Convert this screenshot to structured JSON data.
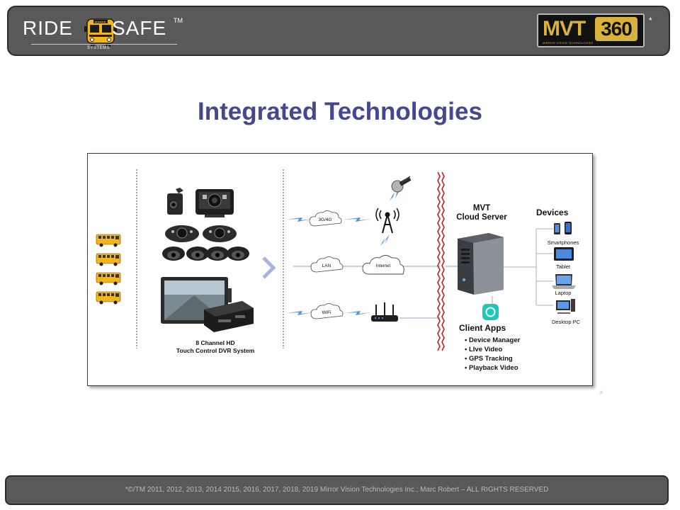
{
  "header": {
    "brand_left": "RIDE",
    "brand_right": "SAFE",
    "trademark": "TM",
    "bus_sign": "SCHOOL",
    "systems": "SYSTEMS",
    "mvt_logo": "MVT",
    "mvt_logo_number": "360",
    "mvt_tagline": "MIRROR VISION TECHNOLOGIES",
    "asterisk": "*"
  },
  "title": "Integrated Technologies",
  "diagram": {
    "dvr_caption_1": "8 Channel HD",
    "dvr_caption_2": "Touch Control DVR System",
    "cloud_3g4g": "3G/4G",
    "cloud_lan": "LAN",
    "cloud_wifi": "WiFi",
    "cloud_internet": "Internet",
    "server_title_1": "MVT",
    "server_title_2": "Cloud Server",
    "devices_title": "Devices",
    "devices": [
      "Smartphones",
      "Tablet",
      "Laptop",
      "Desktop PC"
    ],
    "client_apps_title": "Client Apps",
    "client_apps": [
      "• Device Manager",
      "• LIve Video",
      "• GPS Tracking",
      "• Playback Video"
    ],
    "asterisk": "*"
  },
  "footer": {
    "copyright": "*©/TM 2011, 2012, 2013, 2014 2015, 2016, 2017, 2018, 2019 Mirror Vision Technologies Inc.; Marc Robert – ALL RIGHTS  RESERVED"
  },
  "colors": {
    "header_bg": "#595959",
    "title": "#45478f",
    "bus_yellow": "#f2b61b",
    "firewall_red": "#c0202a",
    "link_blue": "#8aa4c8",
    "chevron": "#a7b6dd",
    "mvt_gold": "#d9b23b"
  }
}
